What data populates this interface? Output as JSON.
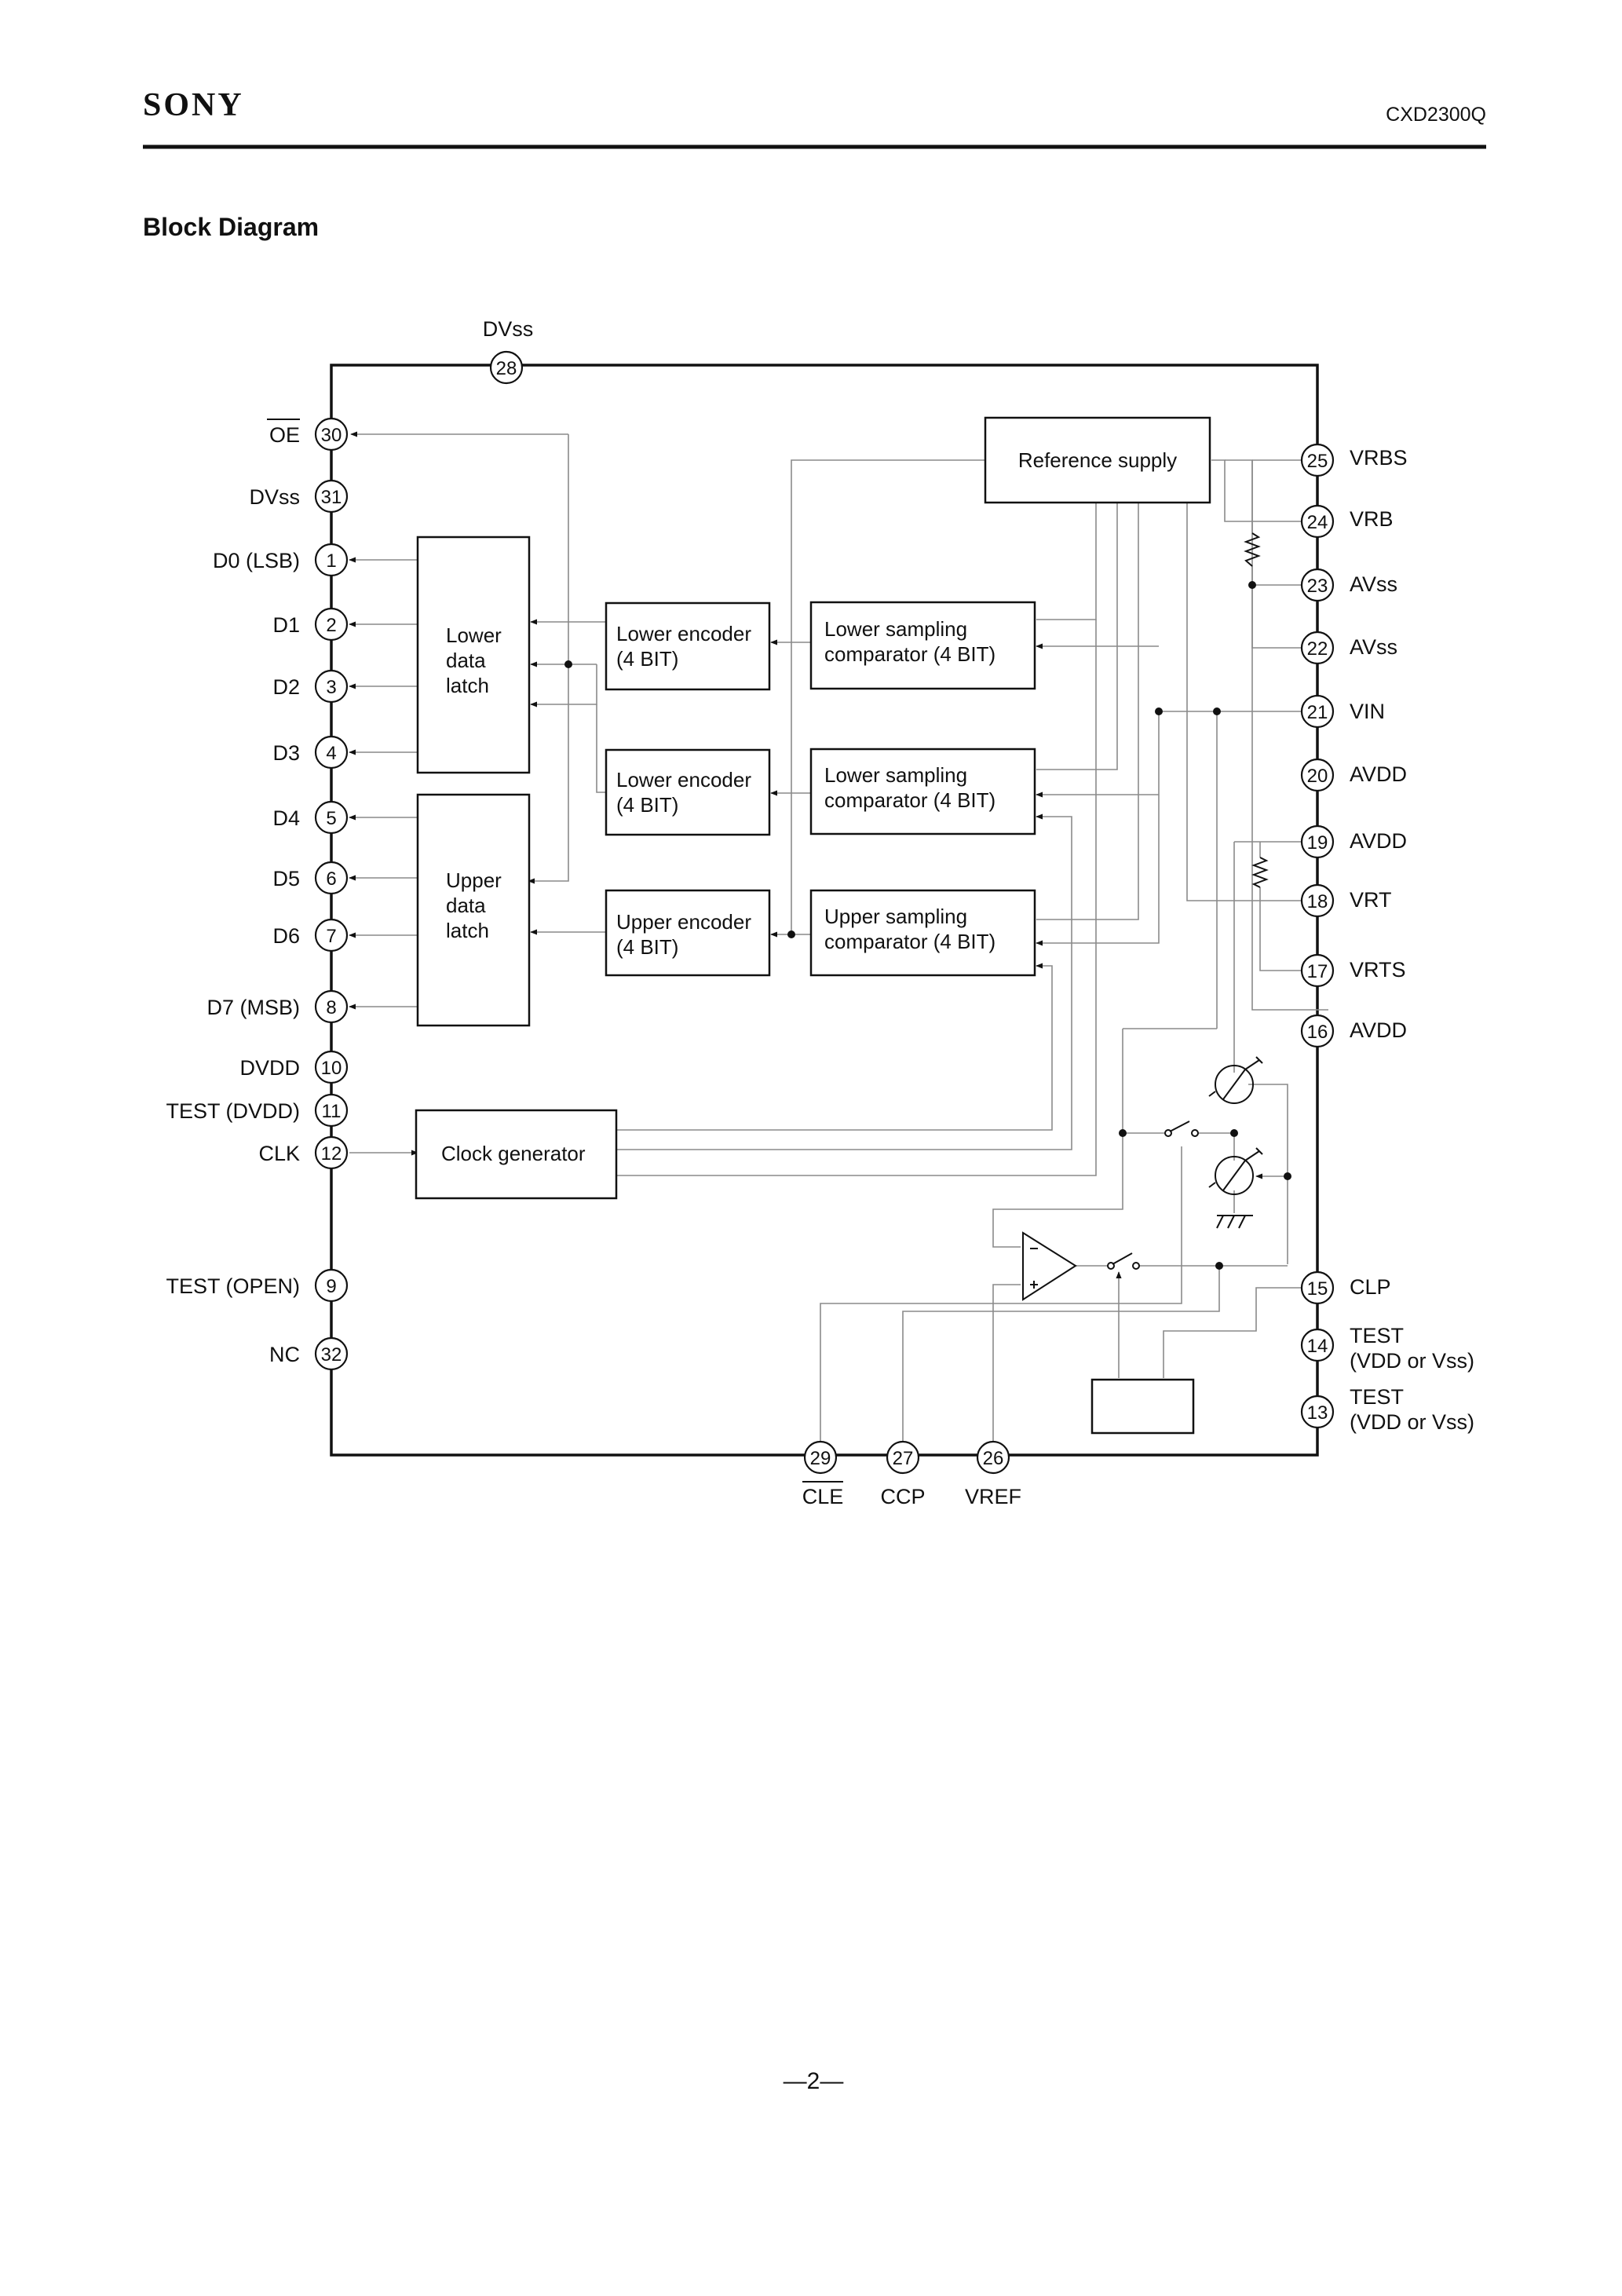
{
  "header": {
    "brand": "SONY",
    "part_number": "CXD2300Q"
  },
  "section_title": "Block Diagram",
  "page_number": "—2—",
  "blocks": {
    "lower_data_latch": [
      "Lower",
      "data",
      "latch"
    ],
    "upper_data_latch": [
      "Upper",
      "data",
      "latch"
    ],
    "lower_encoder_1": [
      "Lower encoder",
      "(4 BIT)"
    ],
    "lower_encoder_2": [
      "Lower encoder",
      "(4 BIT)"
    ],
    "upper_encoder": [
      "Upper encoder",
      "(4 BIT)"
    ],
    "lower_sampling_1": [
      "Lower sampling",
      "comparator (4 BIT)"
    ],
    "lower_sampling_2": [
      "Lower sampling",
      "comparator (4 BIT)"
    ],
    "upper_sampling": [
      "Upper sampling",
      "comparator (4 BIT)"
    ],
    "reference_supply": "Reference supply",
    "clock_generator": "Clock generator"
  },
  "pins": {
    "p28": {
      "num": "28",
      "label": "DVss"
    },
    "p30": {
      "num": "30",
      "label": "OE"
    },
    "p31": {
      "num": "31",
      "label": "DVss"
    },
    "p1": {
      "num": "1",
      "label": "D0 (LSB)"
    },
    "p2": {
      "num": "2",
      "label": "D1"
    },
    "p3": {
      "num": "3",
      "label": "D2"
    },
    "p4": {
      "num": "4",
      "label": "D3"
    },
    "p5": {
      "num": "5",
      "label": "D4"
    },
    "p6": {
      "num": "6",
      "label": "D5"
    },
    "p7": {
      "num": "7",
      "label": "D6"
    },
    "p8": {
      "num": "8",
      "label": "D7 (MSB)"
    },
    "p10": {
      "num": "10",
      "label": "DVDD"
    },
    "p11": {
      "num": "11",
      "label": "TEST (DVDD)"
    },
    "p12": {
      "num": "12",
      "label": "CLK"
    },
    "p9": {
      "num": "9",
      "label": "TEST (OPEN)"
    },
    "p32": {
      "num": "32",
      "label": "NC"
    },
    "p25": {
      "num": "25",
      "label": "VRBS"
    },
    "p24": {
      "num": "24",
      "label": "VRB"
    },
    "p23": {
      "num": "23",
      "label": "AVss"
    },
    "p22": {
      "num": "22",
      "label": "AVss"
    },
    "p21": {
      "num": "21",
      "label": "VIN"
    },
    "p20": {
      "num": "20",
      "label": "AVDD"
    },
    "p19": {
      "num": "19",
      "label": "AVDD"
    },
    "p18": {
      "num": "18",
      "label": "VRT"
    },
    "p17": {
      "num": "17",
      "label": "VRTS"
    },
    "p16": {
      "num": "16",
      "label": "AVDD"
    },
    "p15": {
      "num": "15",
      "label": "CLP"
    },
    "p14": {
      "num": "14",
      "label": "TEST",
      "sub": "(VDD or Vss)"
    },
    "p13": {
      "num": "13",
      "label": "TEST",
      "sub": "(VDD or Vss)"
    },
    "p29": {
      "num": "29",
      "label": "CLE"
    },
    "p27": {
      "num": "27",
      "label": "CCP"
    },
    "p26": {
      "num": "26",
      "label": "VREF"
    }
  }
}
